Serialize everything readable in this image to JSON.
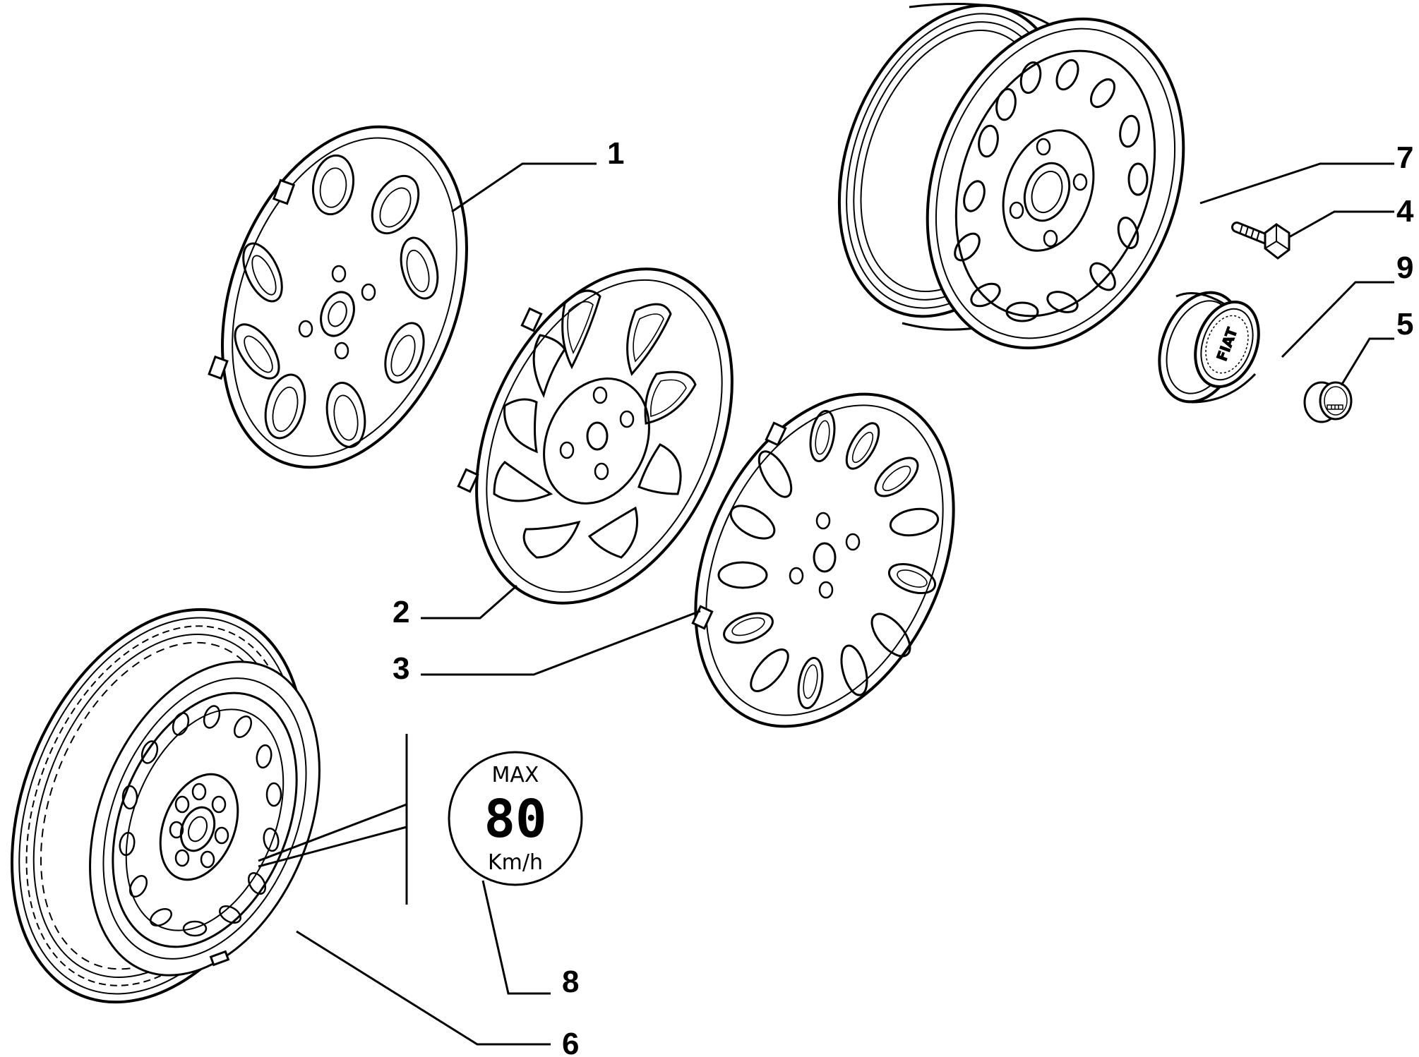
{
  "callouts": {
    "c1": "1",
    "c2": "2",
    "c3": "3",
    "c4": "4",
    "c5": "5",
    "c6": "6",
    "c7": "7",
    "c8": "8",
    "c9": "9"
  },
  "speed_sign": {
    "top": "MAX",
    "value": "80",
    "unit": "Km/h"
  },
  "hubcap_logo": "FIAT",
  "colors": {
    "ink": "#000000",
    "paper": "#ffffff"
  }
}
